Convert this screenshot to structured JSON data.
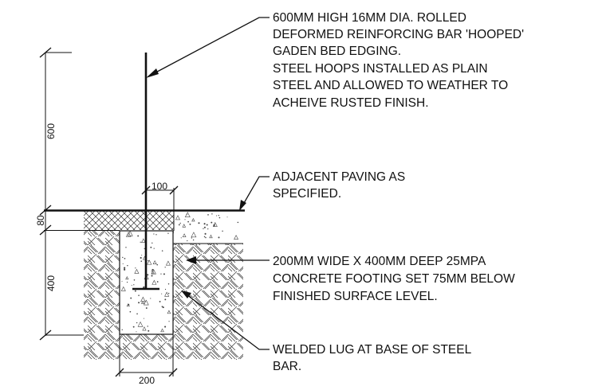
{
  "notes": {
    "bar": [
      "600MM HIGH 16MM DIA. ROLLED",
      "DEFORMED REINFORCING BAR 'HOOPED'",
      "GADEN BED EDGING.",
      "STEEL HOOPS INSTALLED AS PLAIN",
      "STEEL AND ALLOWED TO WEATHER TO",
      "ACHEIVE RUSTED FINISH."
    ],
    "paving": [
      "ADJACENT PAVING AS",
      "SPECIFIED."
    ],
    "footing": [
      "200MM WIDE X 400MM DEEP 25MPA",
      "CONCRETE FOOTING SET 75MM BELOW",
      "FINISHED SURFACE LEVEL."
    ],
    "lug": [
      "WELDED LUG AT BASE OF STEEL",
      "BAR."
    ]
  },
  "dimensions": {
    "bar_height": "600",
    "paving_depth": "80",
    "footing_depth": "400",
    "bar_offset": "100",
    "footing_width": "200"
  },
  "colors": {
    "ink": "#111111",
    "background": "#ffffff"
  }
}
